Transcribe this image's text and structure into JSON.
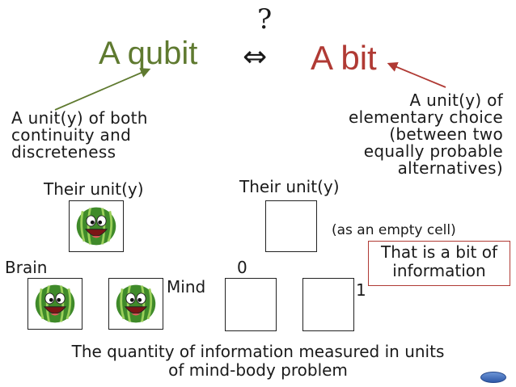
{
  "header": {
    "question_mark": "?",
    "qubit_label": "A qubit",
    "equivalence_symbol": "⇔",
    "bit_label": "A bit"
  },
  "qubit_description": [
    "A unit(y) of both",
    "continuity and",
    "discreteness"
  ],
  "bit_description": [
    "A unit(y) of",
    "elementary choice",
    "(between two",
    "equally probable",
    "alternatives)"
  ],
  "left_column": {
    "unity_label": "Their unit(y)",
    "brain_label": "Brain",
    "mind_label": "Mind"
  },
  "right_column": {
    "unity_label": "Their unit(y)",
    "empty_cell_note": "(as an empty cell)",
    "zero_label": "0",
    "one_label": "1"
  },
  "info_box": [
    "That is a bit of",
    "information"
  ],
  "footer": [
    "The quantity of information measured in units",
    "of mind-body problem"
  ],
  "colors": {
    "qubit": "#5f7a30",
    "bit": "#b03a34",
    "info_box_border": "#b03a34",
    "nav_button": "#2e59a8"
  },
  "icons": {
    "watermelon": "watermelon-icon",
    "nav": "nav-button-icon"
  }
}
